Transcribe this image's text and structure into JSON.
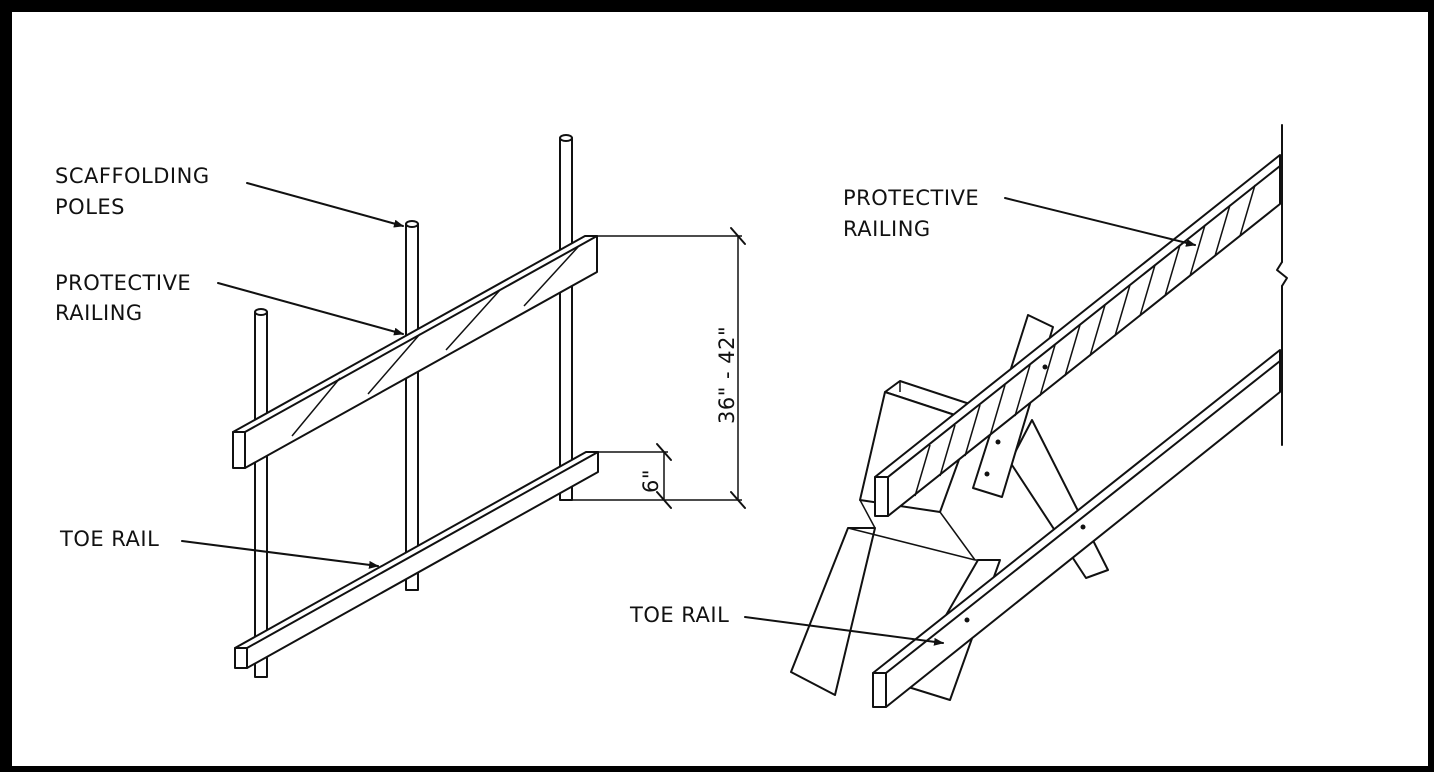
{
  "left_figure": {
    "label_scaffolding": [
      "SCAFFOLDING",
      "POLES"
    ],
    "label_railing": [
      "PROTECTIVE",
      "RAILING"
    ],
    "label_toe_rail": "TOE RAIL",
    "dim_railing_height": "36\" - 42\"",
    "dim_toe_rail_height": "6\""
  },
  "right_figure": {
    "label_railing": [
      "PROTECTIVE",
      "RAILING"
    ],
    "label_toe_rail": "TOE RAIL"
  }
}
